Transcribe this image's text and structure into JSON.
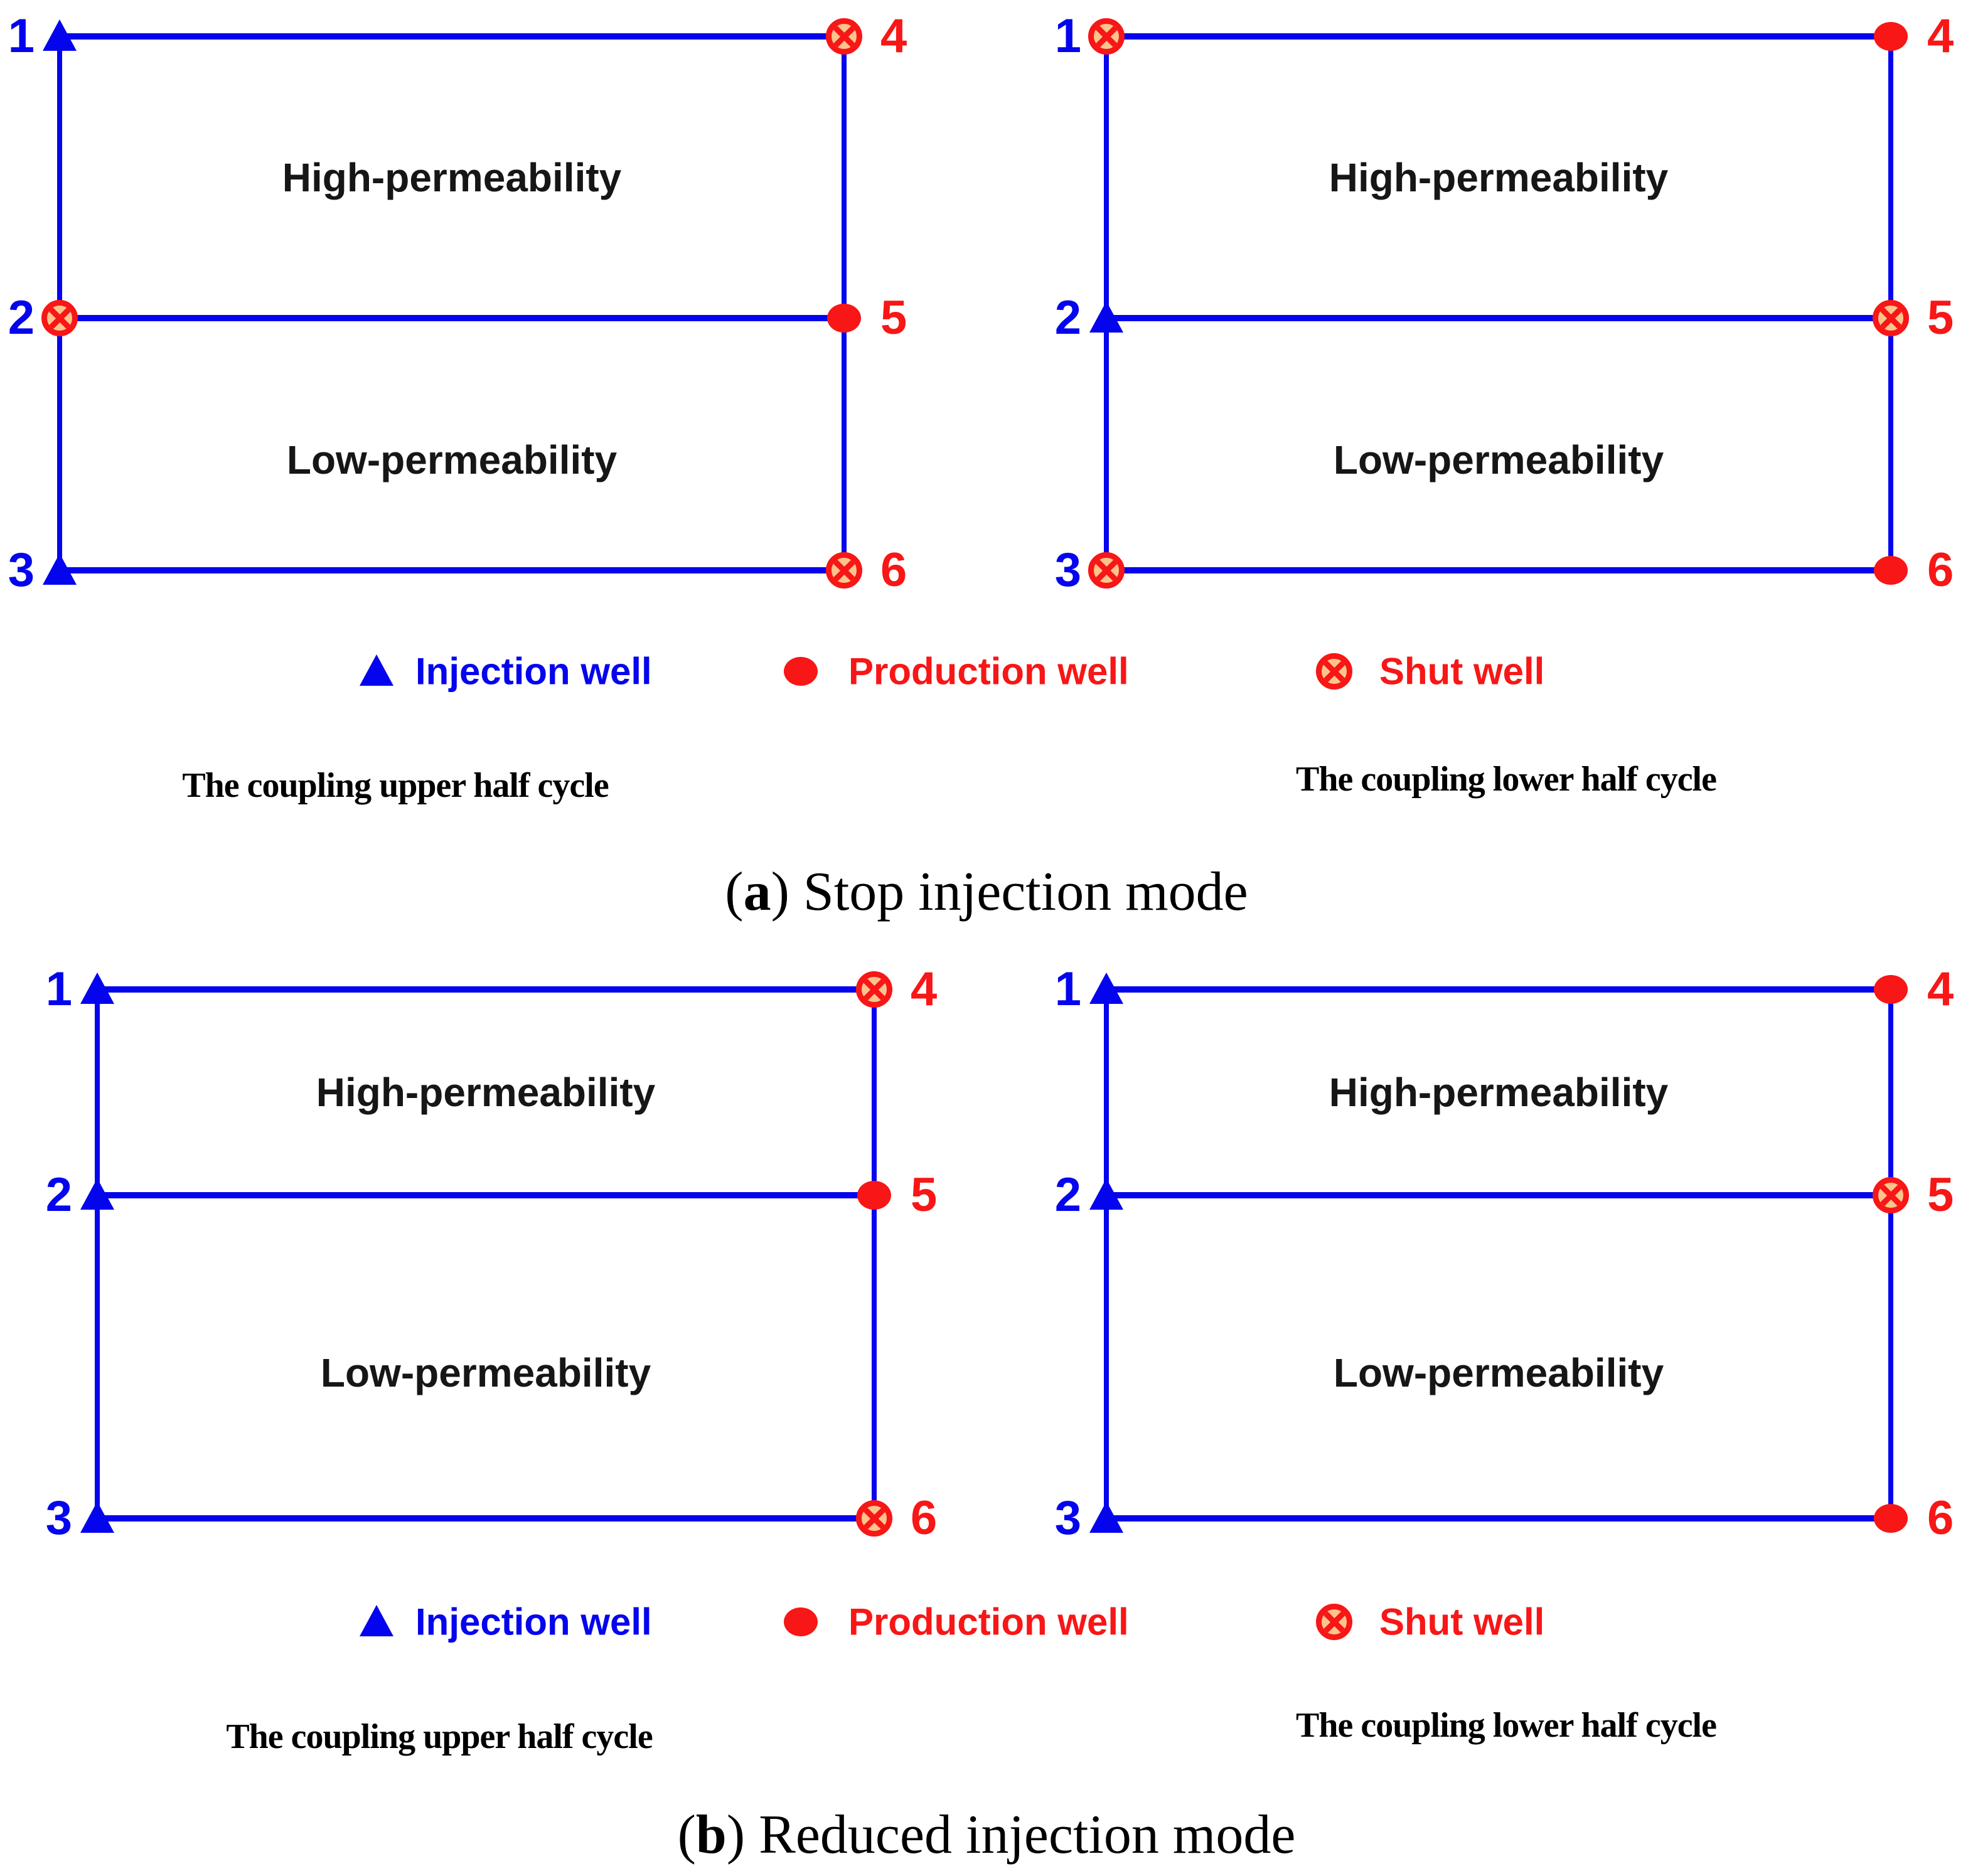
{
  "colors": {
    "blue": "#0404EE",
    "red": "#F81616",
    "shut_fill": "#FBC48D",
    "ink": "#161616"
  },
  "legend": {
    "items": [
      {
        "type": "injection",
        "color": "blue",
        "label": "Injection well"
      },
      {
        "type": "production",
        "color": "red",
        "label": "Production well"
      },
      {
        "type": "shut",
        "color": "red",
        "label": "Shut well"
      }
    ]
  },
  "panels": [
    {
      "name": "a",
      "caption": {
        "open": "(",
        "letter": "a",
        "rest": ") Stop injection mode"
      },
      "diagrams": [
        {
          "title": "The coupling upper half cycle",
          "zone_high": "High-permeability",
          "zone_low": "Low-permeability",
          "wells_left": [
            {
              "label": "1",
              "type": "injection"
            },
            {
              "label": "2",
              "type": "shut"
            },
            {
              "label": "3",
              "type": "injection"
            }
          ],
          "wells_right": [
            {
              "label": "4",
              "type": "shut"
            },
            {
              "label": "5",
              "type": "production"
            },
            {
              "label": "6",
              "type": "shut"
            }
          ]
        },
        {
          "title": "The coupling lower half cycle",
          "zone_high": "High-permeability",
          "zone_low": "Low-permeability",
          "wells_left": [
            {
              "label": "1",
              "type": "shut"
            },
            {
              "label": "2",
              "type": "injection"
            },
            {
              "label": "3",
              "type": "shut"
            }
          ],
          "wells_right": [
            {
              "label": "4",
              "type": "production"
            },
            {
              "label": "5",
              "type": "shut"
            },
            {
              "label": "6",
              "type": "production"
            }
          ]
        }
      ]
    },
    {
      "name": "b",
      "caption": {
        "open": "(",
        "letter": "b",
        "rest": ") Reduced injection mode"
      },
      "diagrams": [
        {
          "title": "The coupling upper half cycle",
          "zone_high": "High-permeability",
          "zone_low": "Low-permeability",
          "wells_left": [
            {
              "label": "1",
              "type": "injection"
            },
            {
              "label": "2",
              "type": "injection"
            },
            {
              "label": "3",
              "type": "injection"
            }
          ],
          "wells_right": [
            {
              "label": "4",
              "type": "shut"
            },
            {
              "label": "5",
              "type": "production"
            },
            {
              "label": "6",
              "type": "shut"
            }
          ]
        },
        {
          "title": "The coupling lower half cycle",
          "zone_high": "High-permeability",
          "zone_low": "Low-permeability",
          "wells_left": [
            {
              "label": "1",
              "type": "injection"
            },
            {
              "label": "2",
              "type": "injection"
            },
            {
              "label": "3",
              "type": "injection"
            }
          ],
          "wells_right": [
            {
              "label": "4",
              "type": "production"
            },
            {
              "label": "5",
              "type": "shut"
            },
            {
              "label": "6",
              "type": "production"
            }
          ]
        }
      ]
    }
  ]
}
